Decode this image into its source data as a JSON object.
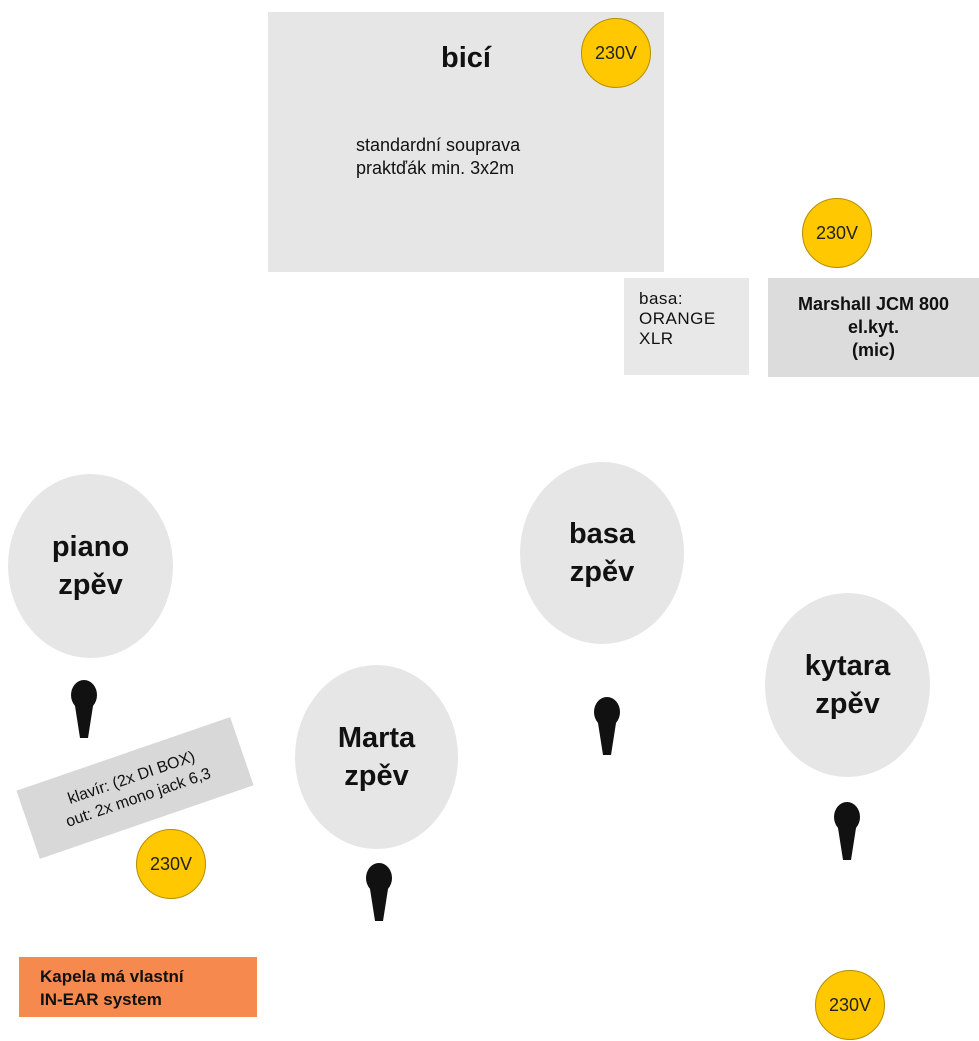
{
  "drums": {
    "title": "bicí",
    "description": "standardní souprava\npraktďák min. 3x2m"
  },
  "bass_amp": {
    "label": "basa:\nORANGE\nXLR"
  },
  "guitar_amp": {
    "label": "Marshall JCM 800\nel.kyt.\n(mic)"
  },
  "power_label": "230V",
  "musicians": {
    "piano": "piano\nzpěv",
    "bass": "basa\nzpěv",
    "marta": "Marta\nzpěv",
    "guitar": "kytara\nzpěv"
  },
  "keys_box": {
    "label": "klavír: (2x DI BOX)\nout: 2x mono jack 6,3"
  },
  "note": {
    "label": "Kapela má vlastní\nIN-EAR system"
  },
  "colors": {
    "power": "#ffc800",
    "node": "#e6e6e6",
    "note": "#f5894e",
    "mic": "#111111"
  },
  "icons": {
    "power": "power-outlet-icon",
    "mic": "microphone-icon"
  }
}
